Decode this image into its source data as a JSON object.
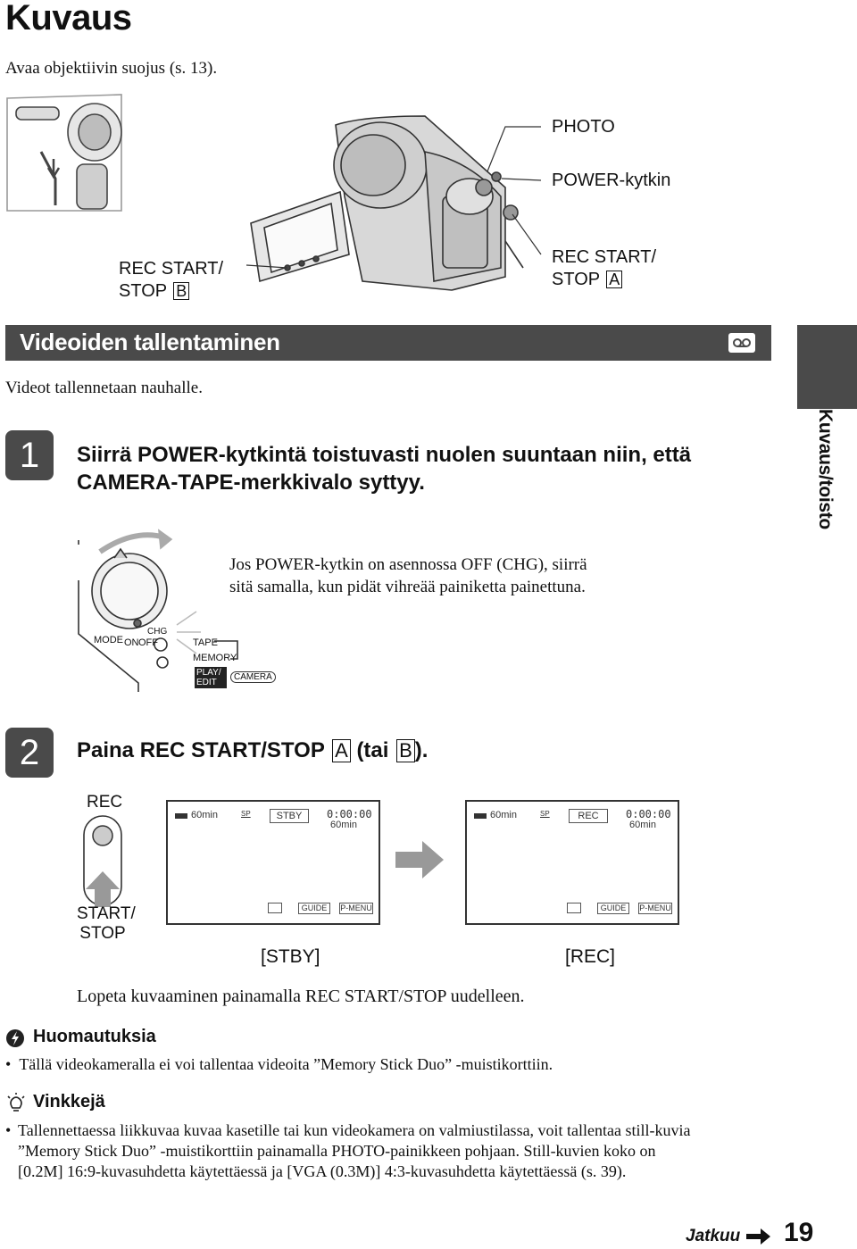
{
  "page": {
    "title": "Kuvaus",
    "intro": "Avaa objektiivin suojus (s. 13).",
    "page_number": "19",
    "continue_label": "Jatkuu"
  },
  "callouts": {
    "photo": "PHOTO",
    "power": "POWER-kytkin",
    "rec_start_a_line1": "REC START/",
    "rec_start_a_line2": "STOP",
    "rec_start_a_letter": "A",
    "rec_start_b_line1": "REC START/",
    "rec_start_b_line2": "STOP",
    "rec_start_b_letter": "B"
  },
  "section": {
    "title": "Videoiden tallentaminen",
    "subtitle": "Videot tallennetaan nauhalle.",
    "side_tab": "Kuvaus/toisto",
    "tape_icon": "tape-icon"
  },
  "step1": {
    "number": "1",
    "text_line1": "Siirrä POWER-kytkintä toistuvasti nuolen suuntaan niin, että",
    "text_line2": "CAMERA-TAPE-merkkivalo syttyy.",
    "note_line1": "Jos POWER-kytkin on asennossa OFF (CHG), siirrä",
    "note_line2": "sitä samalla, kun pidät vihreää painiketta painettuna.",
    "dial": {
      "mode": "MODE",
      "on": "ON",
      "off": "OFF",
      "chg": "CHG",
      "tape": "TAPE",
      "memory": "MEMORY",
      "play_edit_1": "PLAY/",
      "play_edit_2": "EDIT",
      "camera": "CAMERA"
    }
  },
  "step2": {
    "number": "2",
    "text_prefix": "Paina REC START/STOP",
    "letter_a": "A",
    "text_mid": "(tai",
    "letter_b": "B",
    "text_suffix": ").",
    "button_rec": "REC",
    "button_start_1": "START/",
    "button_start_2": "STOP",
    "screen_stby": {
      "battery": "60min",
      "sp": "SP",
      "mode_box": "STBY",
      "counter": "0:00:00",
      "remaining": "60min",
      "guide": "GUIDE",
      "pmenu": "P-MENU"
    },
    "screen_rec": {
      "battery": "60min",
      "sp": "SP",
      "mode_box": "REC",
      "counter": "0:00:00",
      "remaining": "60min",
      "guide": "GUIDE",
      "pmenu": "P-MENU"
    },
    "label_stby": "[STBY]",
    "label_rec": "[REC]",
    "stop_text": "Lopeta kuvaaminen painamalla REC START/STOP uudelleen."
  },
  "notes": {
    "heading": "Huomautuksia",
    "items": [
      "Tällä videokameralla ei voi tallentaa videoita ”Memory Stick Duo” -muistikorttiin."
    ]
  },
  "tips": {
    "heading": "Vinkkejä",
    "line1": "Tallennettaessa liikkuvaa kuvaa kasetille tai kun videokamera on valmiustilassa, voit tallentaa still-kuvia",
    "line2": "”Memory Stick Duo” -muistikorttiin painamalla PHOTO-painikkeen pohjaan. Still-kuvien koko on",
    "line3": "[0.2M] 16:9-kuvasuhdetta käytettäessä ja [VGA (0.3M)] 4:3-kuvasuhdetta käytettäessä (s. 39)."
  }
}
